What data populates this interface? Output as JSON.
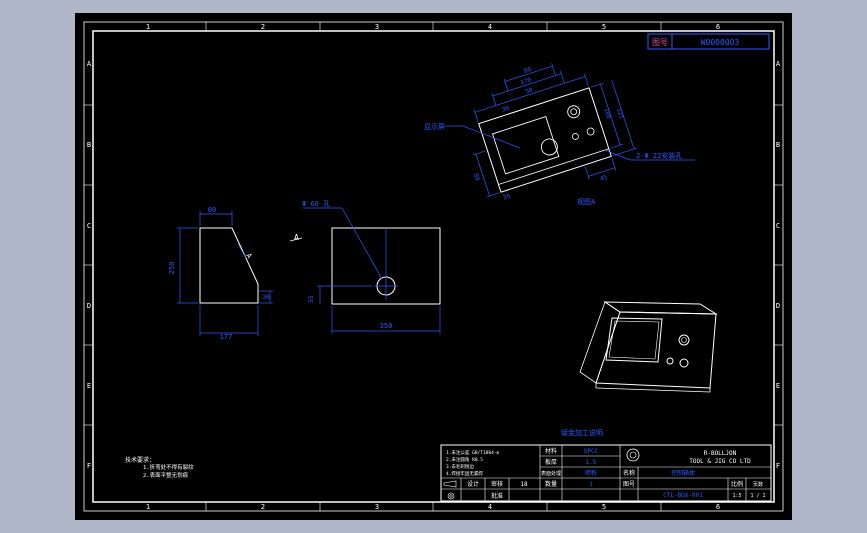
{
  "drawing": {
    "top_col_nums": [
      "1",
      "2",
      "3",
      "4",
      "5",
      "6"
    ],
    "bottom_col_nums": [
      "1",
      "2",
      "3",
      "4",
      "5",
      "6"
    ],
    "row_letters": [
      "A",
      "B",
      "C",
      "D",
      "E",
      "F"
    ],
    "doc_number_label": "图号",
    "doc_number_value": "W0000003"
  },
  "side_view": {
    "top_width_dim": "80",
    "height_dim": "250",
    "bottom_width_dim": "177",
    "foot_dim": "30",
    "slope_label": "A"
  },
  "front_view": {
    "section_mark": "A",
    "hole_dim": "Φ 60 孔",
    "width_dim": "350",
    "height_dim": "55"
  },
  "iso_view": {
    "label_screen": "显示屏",
    "label_holes": "2-Φ 22安装孔",
    "label_bottom": "视图A",
    "dim_a": "50",
    "dim_b": "170",
    "dim_c": "80",
    "dim_d": "125",
    "dim_e": "100",
    "dim_f": "60",
    "dim_g": "45",
    "dim_h": "35",
    "dim_i": "30"
  },
  "title_block": {
    "header_note": "钣金加工说明",
    "material_label": "材料",
    "material_value": "SPCC",
    "thickness_label": "板厚",
    "thickness_value": "1.5",
    "finish_label": "表面处理",
    "finish_value": "喷粉",
    "qty_label": "数量",
    "qty_value": "1",
    "company_line1": "R-BOLLJON",
    "company_line2": "TOOL & JIG CO LTD",
    "name_label": "名称",
    "name_value": "控制箱体",
    "drawing_no_label": "图号",
    "drawing_no_value": "CTL-BOX-001",
    "drawn_by": "设计",
    "checked_by": "审核",
    "approved_by": "批准",
    "scale_label": "比例",
    "scale_value": "1:5",
    "sheet_label": "页数",
    "sheet_value": "1 / 1",
    "number_box": "18",
    "spec_lines": [
      "1.未注公差 GB/T1804-m",
      "2.未注圆角 R0.5",
      "3.去毛刺锐边",
      "4.焊接牢固无漏焊"
    ]
  },
  "notes": {
    "title": "技术要求：",
    "lines": [
      "1.折弯处不得有裂纹",
      "2.表面平整无划痕"
    ]
  }
}
